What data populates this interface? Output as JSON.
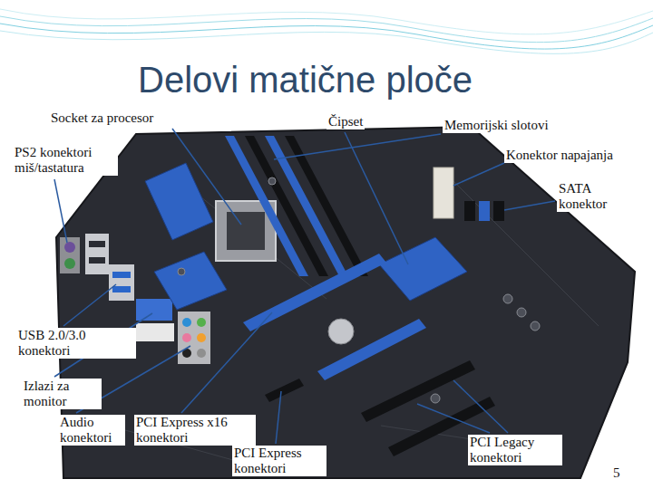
{
  "diagram": {
    "title": "Delovi matične ploče",
    "labels": [
      "Socket za procesor",
      "Čipset",
      "Memorijski slotovi",
      "PS2 konektori miš/tastatura",
      "Konektor napajanja",
      "SATA konektor",
      "USB 2.0/3.0 konektori",
      "Izlazi za monitor",
      "Audio konektori",
      "PCI Express x16 konektori",
      "PCI Express konektori",
      "PCI Legacy konektori",
      "5"
    ]
  }
}
